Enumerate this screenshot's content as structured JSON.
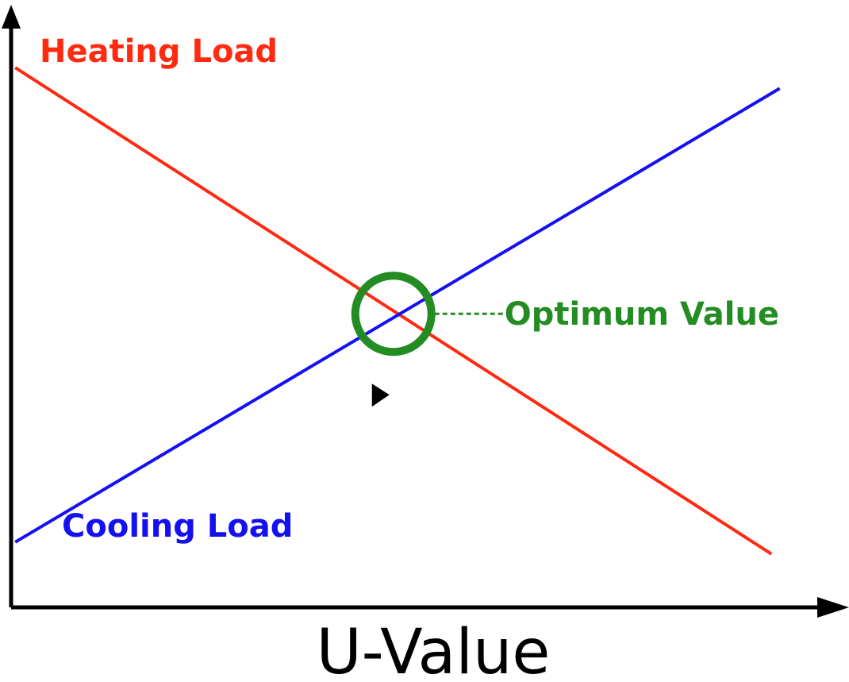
{
  "chart_data": {
    "type": "line",
    "title": "",
    "xlabel": "U-Value",
    "ylabel": "",
    "xlim": [
      0,
      10
    ],
    "ylim": [
      0,
      10
    ],
    "grid": false,
    "series": [
      {
        "name": "Heating Load",
        "color": "#ff2a10",
        "x": [
          0.05,
          9.25
        ],
        "y": [
          9.1,
          0.9
        ]
      },
      {
        "name": "Cooling Load",
        "color": "#1410f0",
        "x": [
          0.05,
          9.35
        ],
        "y": [
          1.1,
          8.75
        ]
      }
    ],
    "annotations": [
      {
        "text": "Optimum Value",
        "color": "#238c23",
        "marker": "circle",
        "x": 4.65,
        "y": 4.95
      }
    ],
    "pointer_icon": "play-triangle-icon"
  }
}
